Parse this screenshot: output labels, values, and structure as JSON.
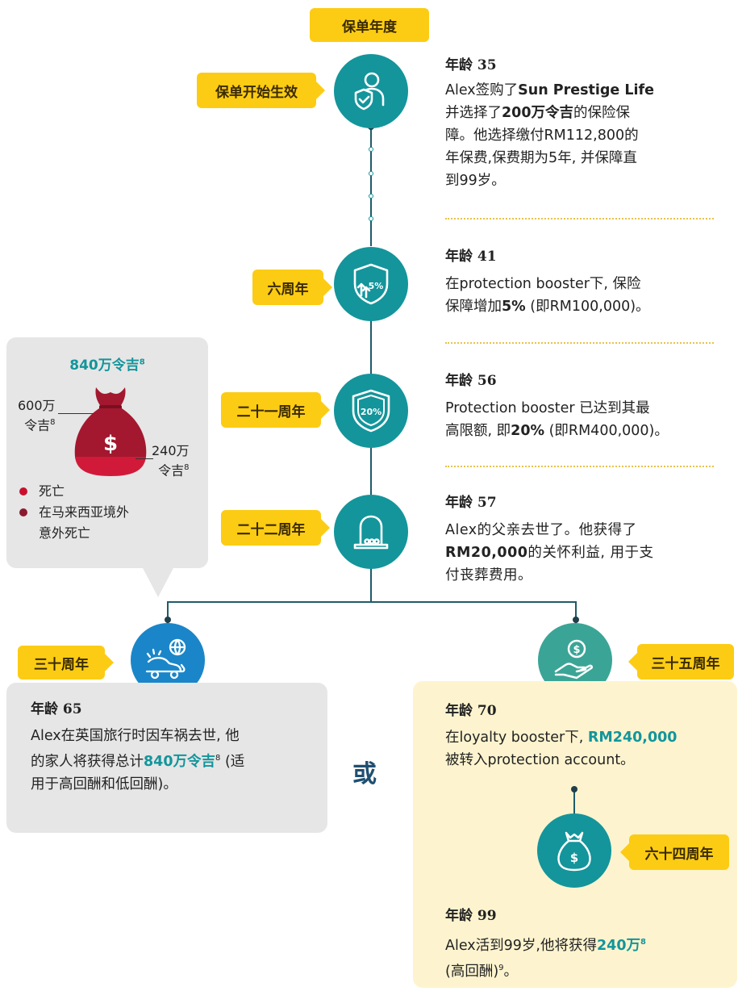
{
  "header_tag": "保单年度",
  "milestones": {
    "m1": {
      "tag": "保单开始生效",
      "age": "年龄 35",
      "lines": [
        "Alex签购了",
        "Sun Prestige Life",
        "并选择了",
        "200万令吉",
        "的保险保",
        "障。他选择缴付RM112,800的",
        "年保费,保费期为5年, 并保障直",
        "到99岁。"
      ]
    },
    "m2": {
      "tag": "六周年",
      "age": "年龄 41",
      "icon_text": "5%",
      "lines": [
        "在protection booster下, 保险",
        "保障增加",
        "5%",
        " (即RM100,000)。"
      ]
    },
    "m3": {
      "tag": "二十一周年",
      "age": "年龄 56",
      "icon_text": "20%",
      "lines": [
        "Protection booster 已达到其最",
        "高限额, 即",
        "20%",
        " (即RM400,000)。"
      ]
    },
    "m4": {
      "tag": "二十二周年",
      "age": "年龄 57",
      "lines": [
        "Alex的父亲去世了。他获得了",
        "RM20,000",
        "的关怀利益, 用于支",
        "付丧葬费用。"
      ]
    }
  },
  "callout": {
    "total": "840万令吉",
    "total_sup": "8",
    "left_amount": "600万",
    "left_unit": "令吉",
    "left_sup": "8",
    "right_amount": "240万",
    "right_unit": "令吉",
    "right_sup": "8",
    "legend": [
      "死亡",
      "在马来西亚境外",
      "意外死亡"
    ]
  },
  "left_branch": {
    "tag": "三十周年",
    "age": "年龄 65",
    "lines": [
      "Alex在英国旅行时因车祸去世, 他",
      "的家人将获得总计",
      "840万令吉",
      "8",
      " (适",
      "用于高回酬和低回酬)。"
    ]
  },
  "or_text": "或",
  "right_branch": {
    "tag": "三十五周年",
    "age": "年龄 70",
    "lines": [
      "在loyalty booster下, ",
      "RM240,000",
      "被转入protection account。"
    ],
    "tag2": "六十四周年",
    "age2": "年龄 99",
    "lines2": [
      "Alex活到99岁,他将获得",
      "240万",
      "8",
      "(高回酬)",
      "9",
      "。"
    ]
  },
  "colors": {
    "teal": "#13959b",
    "blue": "#1a86c9",
    "green": "#3aa596",
    "yellow": "#fccc14",
    "maroon": "#a3182f",
    "red": "#c8102e"
  }
}
